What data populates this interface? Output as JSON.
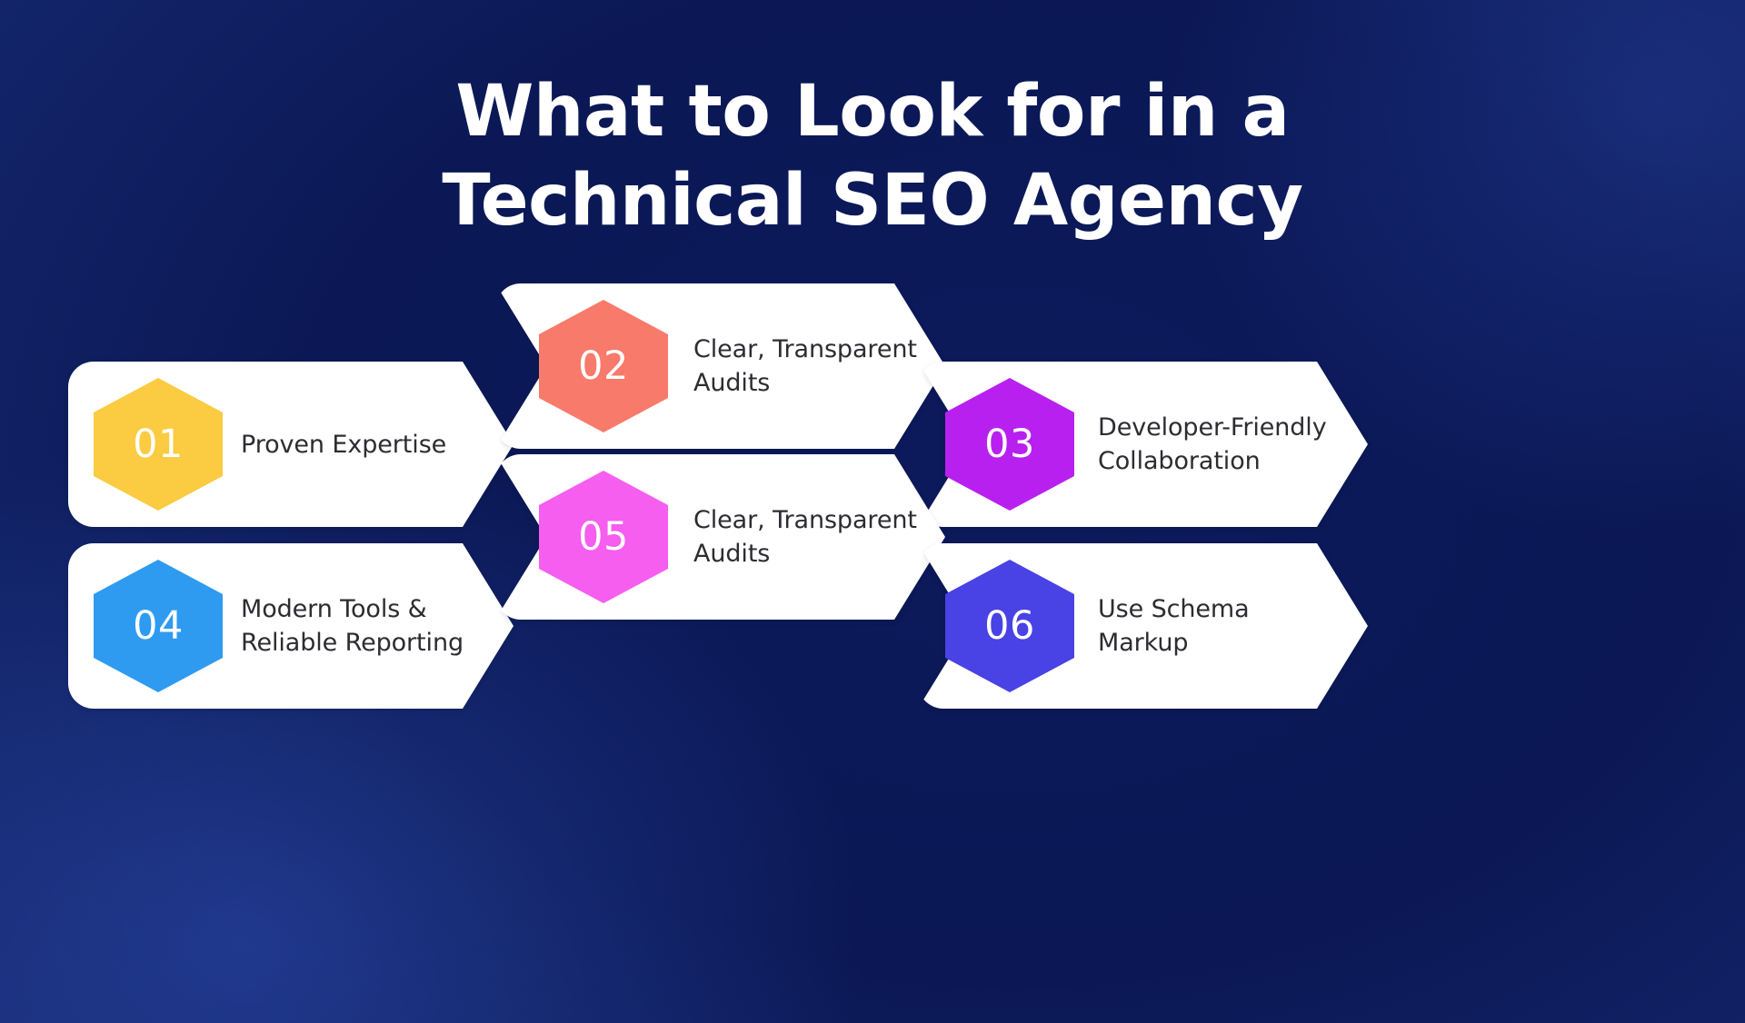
{
  "title": {
    "line1": "What to Look for in a",
    "line2": "Technical SEO Agency",
    "color": "#ffffff"
  },
  "theme": {
    "background_dark": "#0b1855",
    "background_light": "#1b2e78",
    "card_background": "#ffffff",
    "card_text_color": "#2c2c32",
    "badge_text_color": "#ffffff"
  },
  "cards": [
    {
      "number": "01",
      "label": "Proven Expertise",
      "color": "#fbcb42",
      "shape": "arrow-right"
    },
    {
      "number": "02",
      "label": "Clear, Transparent\nAudits",
      "color": "#f87a6a",
      "shape": "chevron"
    },
    {
      "number": "03",
      "label": "Developer-Friendly\nCollaboration",
      "color": "#b820f0",
      "shape": "chevron"
    },
    {
      "number": "04",
      "label": "Modern Tools &\nReliable Reporting",
      "color": "#2e9bf0",
      "shape": "arrow-right"
    },
    {
      "number": "05",
      "label": "Clear, Transparent\nAudits",
      "color": "#f55eef",
      "shape": "chevron"
    },
    {
      "number": "06",
      "label": "Use Schema\nMarkup",
      "color": "#4942e4",
      "shape": "chevron"
    }
  ]
}
